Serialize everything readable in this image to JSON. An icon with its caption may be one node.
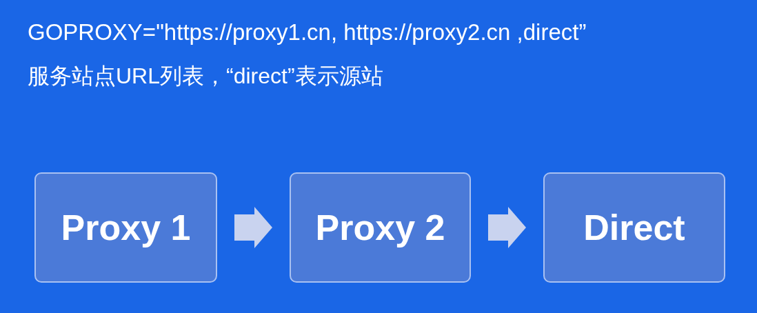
{
  "diagram": {
    "nodes": [
      {
        "text": [
          "Proxy 1"
        ]
      },
      {
        "text": [
          "Proxy 2"
        ]
      },
      {
        "text": [
          "Direct"
        ]
      }
    ],
    "edges": [
      {
        "from": 0,
        "to": 1,
        "arrow": "to"
      },
      {
        "from": 1,
        "to": 2,
        "arrow": "to"
      }
    ],
    "labels": [
      "GOPROXY=\"https://proxy1.cn, https://proxy2.cn ,direct”",
      "服务站点URL列表，“direct”表示源站"
    ]
  }
}
